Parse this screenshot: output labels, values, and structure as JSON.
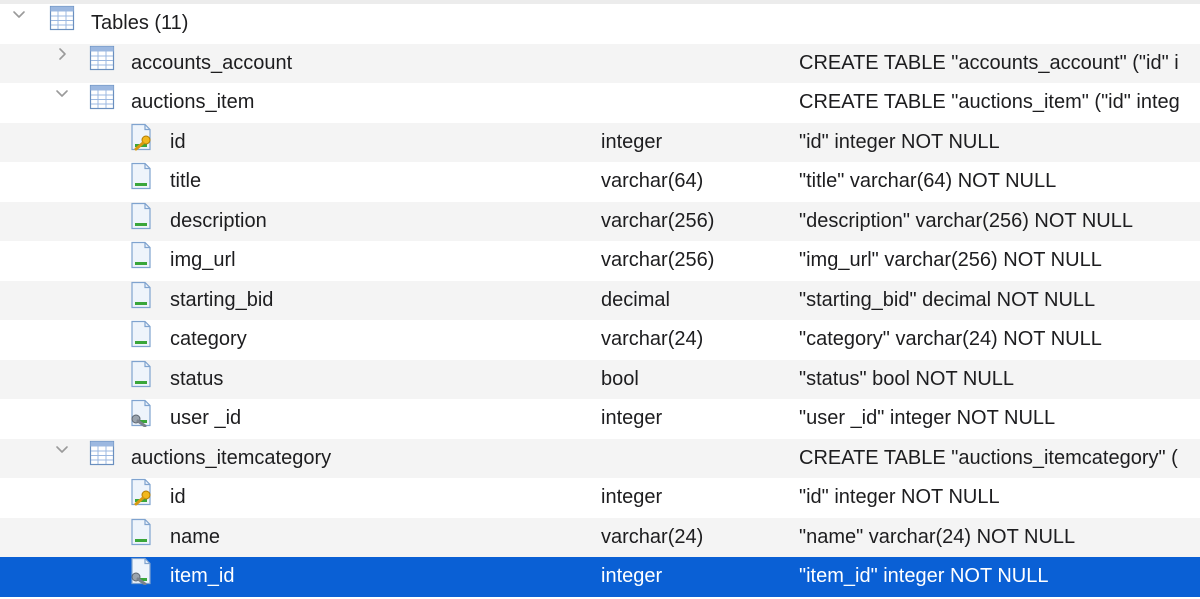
{
  "tree": {
    "root": {
      "label": "Tables (11)"
    },
    "rows": [
      {
        "kind": "table",
        "name": "accounts_account",
        "type": "",
        "schema": "CREATE TABLE \"accounts_account\" (\"id\" i",
        "expanded": false
      },
      {
        "kind": "table",
        "name": "auctions_item",
        "type": "",
        "schema": "CREATE TABLE \"auctions_item\" (\"id\" integ",
        "expanded": true
      },
      {
        "kind": "pk",
        "name": "id",
        "type": "integer",
        "schema": "\"id\" integer NOT NULL"
      },
      {
        "kind": "field",
        "name": "title",
        "type": "varchar(64)",
        "schema": "\"title\" varchar(64) NOT NULL"
      },
      {
        "kind": "field",
        "name": "description",
        "type": "varchar(256)",
        "schema": "\"description\" varchar(256) NOT NULL"
      },
      {
        "kind": "field",
        "name": "img_url",
        "type": "varchar(256)",
        "schema": "\"img_url\" varchar(256) NOT NULL"
      },
      {
        "kind": "field",
        "name": "starting_bid",
        "type": "decimal",
        "schema": "\"starting_bid\" decimal NOT NULL"
      },
      {
        "kind": "field",
        "name": "category",
        "type": "varchar(24)",
        "schema": "\"category\" varchar(24) NOT NULL"
      },
      {
        "kind": "field",
        "name": "status",
        "type": "bool",
        "schema": "\"status\" bool NOT NULL"
      },
      {
        "kind": "fk",
        "name": "user _id",
        "type": "integer",
        "schema": "\"user _id\" integer NOT NULL"
      },
      {
        "kind": "table",
        "name": "auctions_itemcategory",
        "type": "",
        "schema": "CREATE TABLE \"auctions_itemcategory\" (",
        "expanded": true
      },
      {
        "kind": "pk",
        "name": "id",
        "type": "integer",
        "schema": "\"id\" integer NOT NULL"
      },
      {
        "kind": "field",
        "name": "name",
        "type": "varchar(24)",
        "schema": "\"name\" varchar(24) NOT NULL"
      },
      {
        "kind": "fk",
        "name": "item_id",
        "type": "integer",
        "schema": "\"item_id\" integer NOT NULL",
        "selected": true
      }
    ]
  },
  "colors": {
    "selection": "#0a60d5",
    "alt_row": "#f4f4f4",
    "chevron": "#9a9a9a"
  }
}
